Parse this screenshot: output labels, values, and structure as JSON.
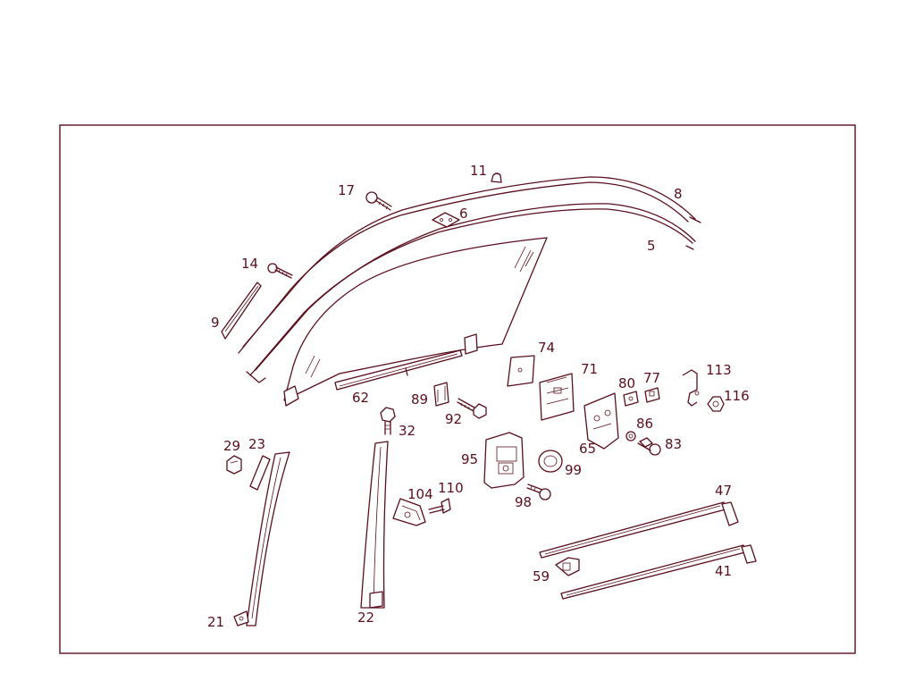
{
  "diagram": {
    "labels": {
      "p5": "5",
      "p6": "6",
      "p8": "8",
      "p9": "9",
      "p11": "11",
      "p14": "14",
      "p17": "17",
      "p21": "21",
      "p22": "22",
      "p23": "23",
      "p29": "29",
      "p32": "32",
      "p41": "41",
      "p47": "47",
      "p59": "59",
      "p62": "62",
      "p65": "65",
      "p71": "71",
      "p74": "74",
      "p77": "77",
      "p80": "80",
      "p83": "83",
      "p86": "86",
      "p89": "89",
      "p92": "92",
      "p95": "95",
      "p98": "98",
      "p99": "99",
      "p104": "104",
      "p110": "110",
      "p113": "113",
      "p116": "116"
    }
  }
}
